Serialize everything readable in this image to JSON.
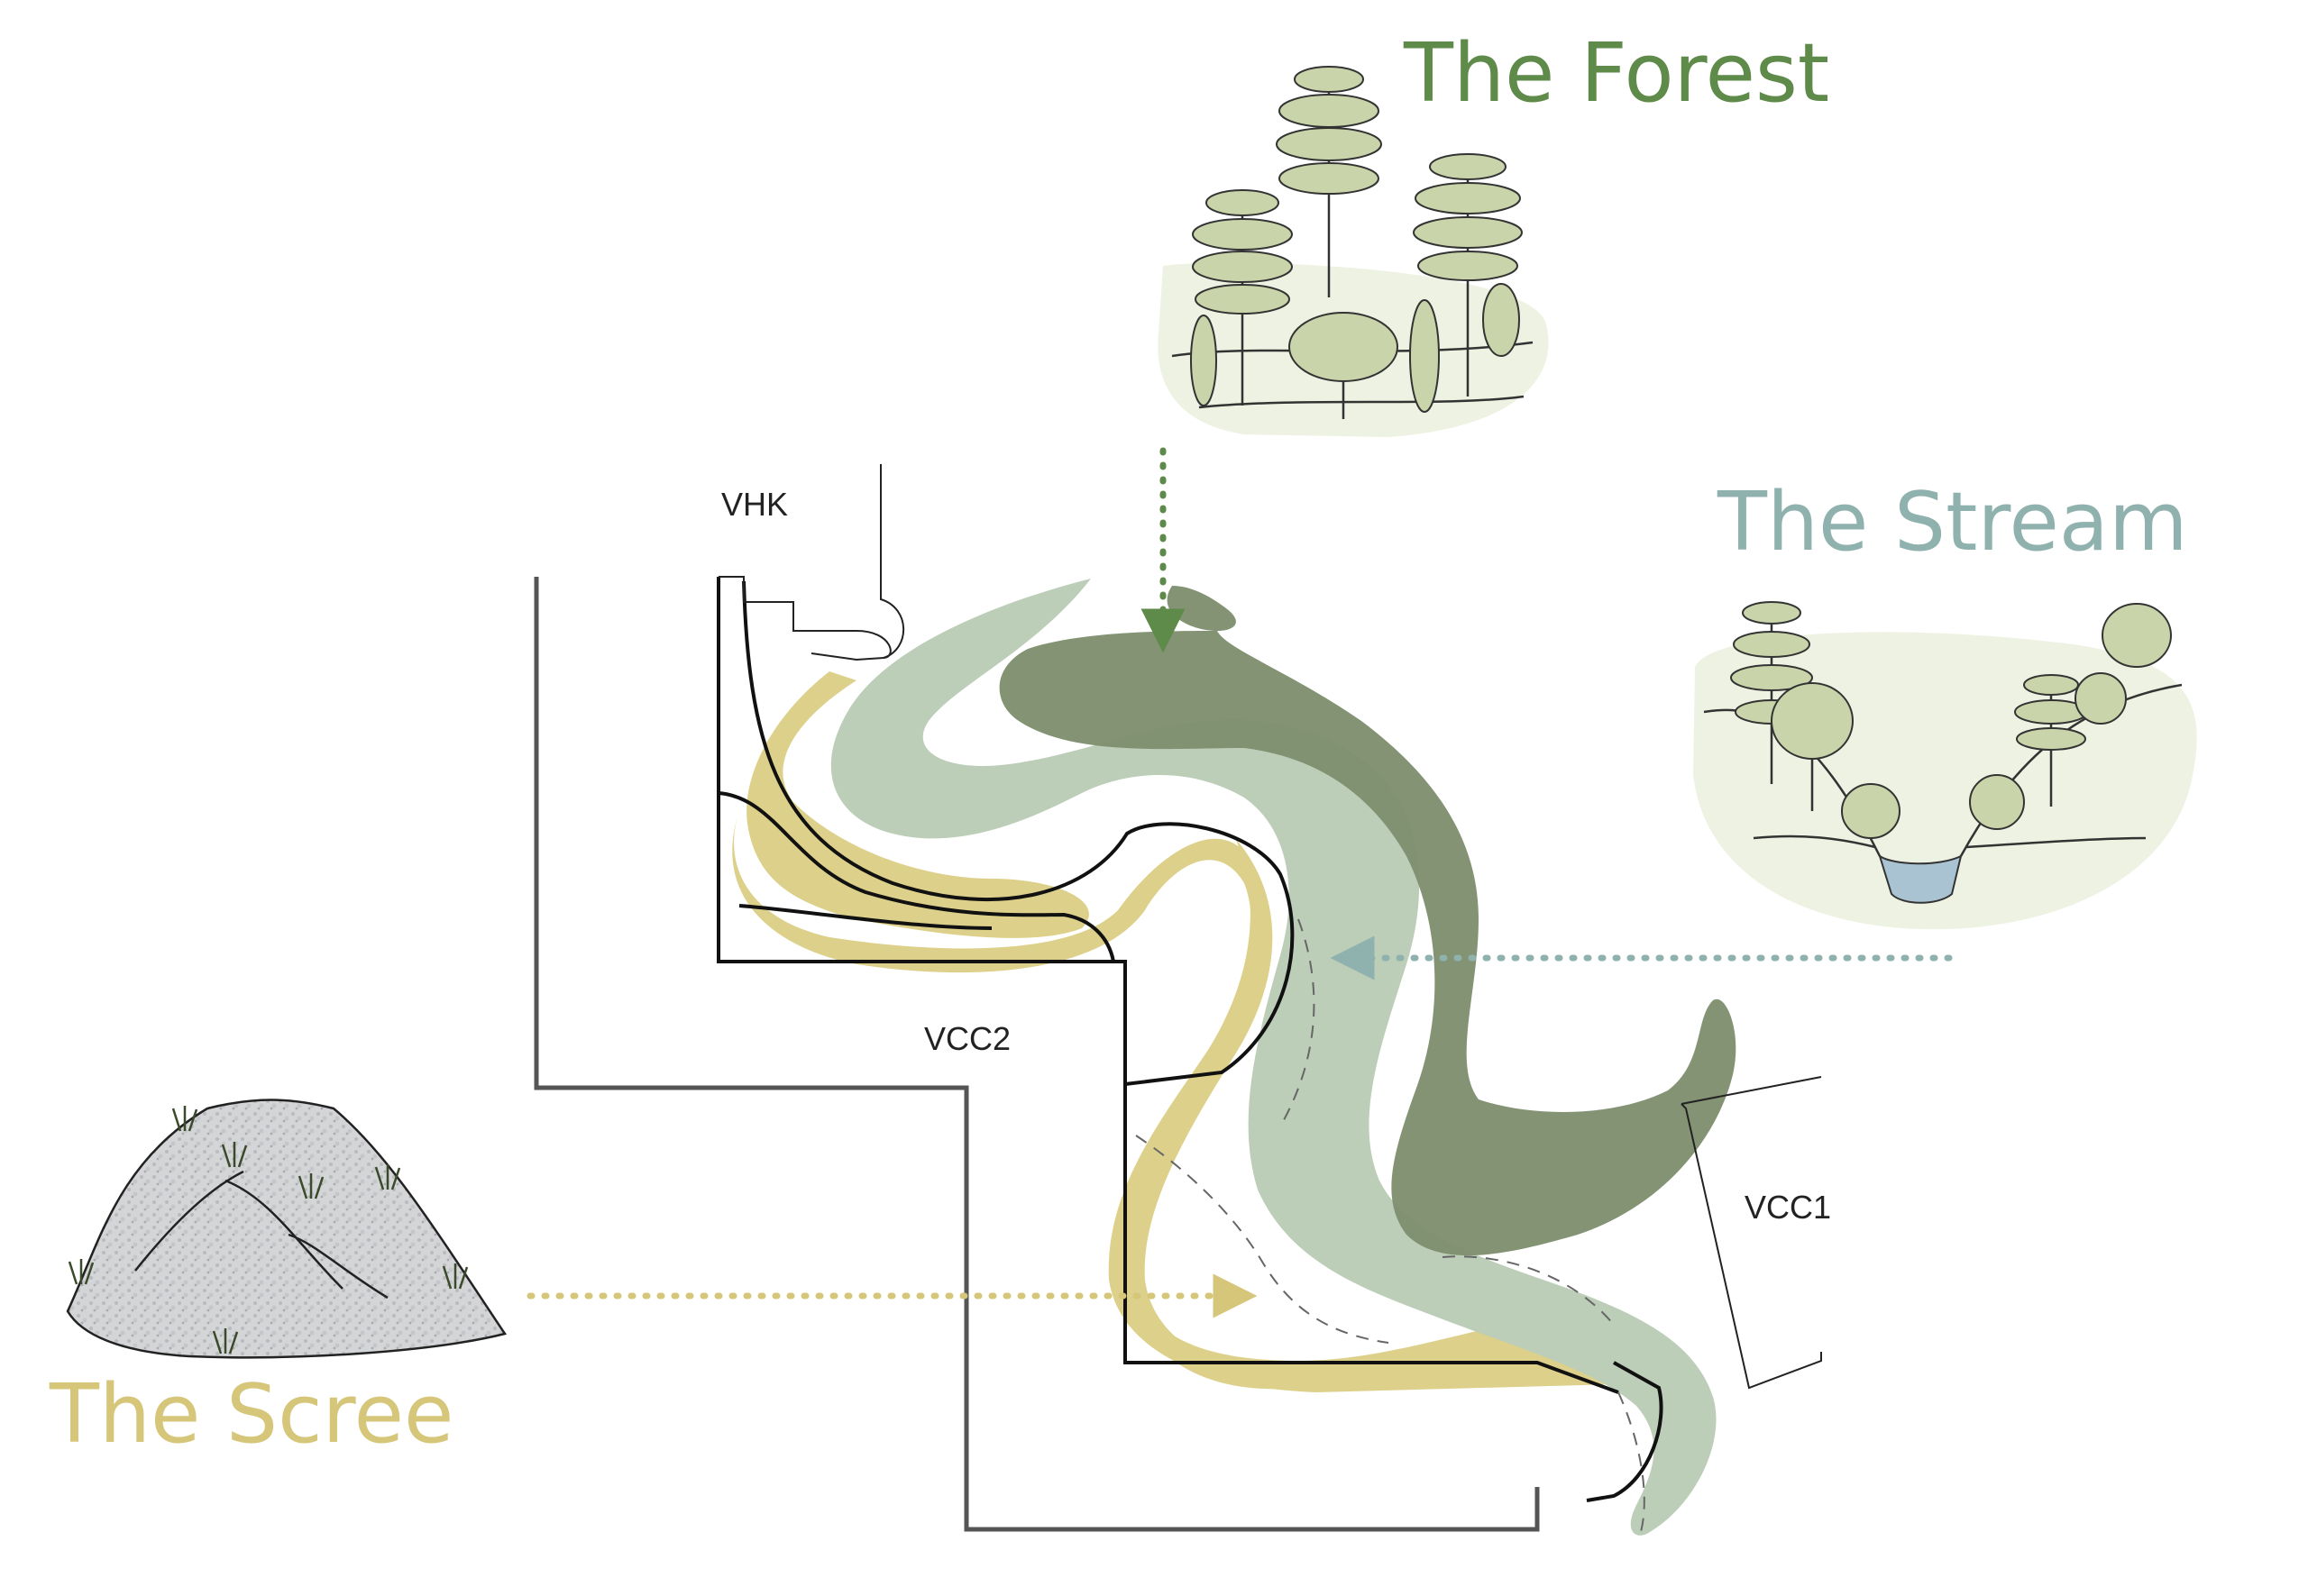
{
  "zones": {
    "forest": {
      "label": "The Forest",
      "color": "#5e8a4a",
      "band_color": "#7f8f6f"
    },
    "stream": {
      "label": "The Stream",
      "color": "#8fb2ae",
      "band_color": "#bccdb8",
      "water_color": "#a9c3d3"
    },
    "scree": {
      "label": "The Scree",
      "color": "#d6c67a",
      "band_color": "#ddd08a"
    }
  },
  "plan": {
    "areas": [
      {
        "id": "vhk",
        "label": "VHK"
      },
      {
        "id": "vcc2",
        "label": "VCC2"
      },
      {
        "id": "vcc1",
        "label": "VCC1"
      }
    ]
  }
}
